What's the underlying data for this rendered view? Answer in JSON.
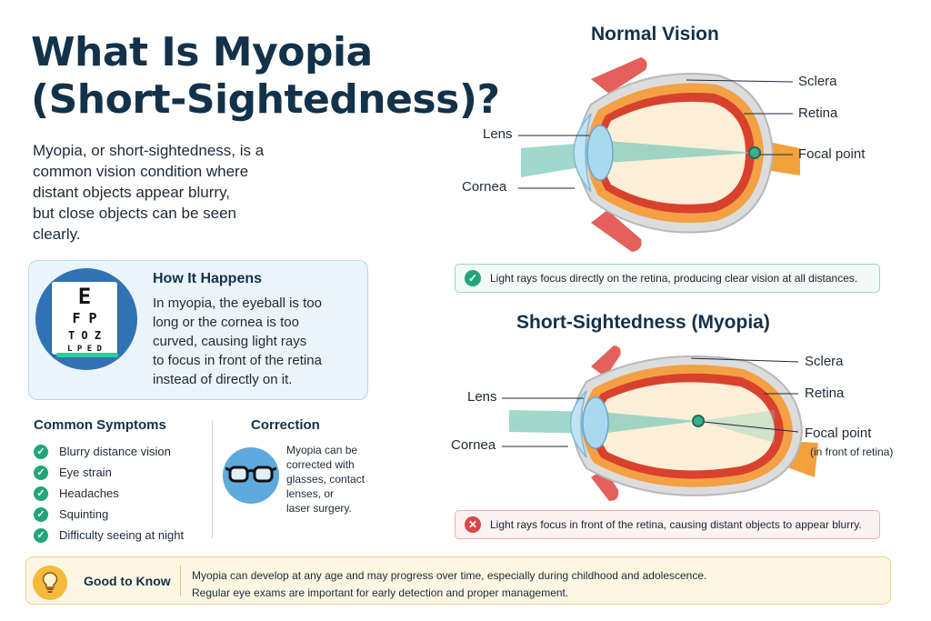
{
  "title": {
    "line1": "What Is Myopia",
    "line2": "(Short-Sightedness)?"
  },
  "intro": {
    "lines": [
      "Myopia, or short-sightedness, is a",
      "common vision condition where",
      "distant objects appear blurry,",
      "but close objects can be seen",
      "clearly."
    ]
  },
  "how_it_happens": {
    "title": "How It Happens",
    "lines": [
      "In myopia, the eyeball is too",
      "long or the cornea is too",
      "curved, causing light rays",
      "to focus in front of the retina",
      "instead of directly on it."
    ],
    "eye_chart_rows": [
      "E",
      "F P",
      "T O Z",
      "L P E D"
    ]
  },
  "symptoms": {
    "title": "Common Symptoms",
    "items": [
      "Blurry distance vision",
      "Eye strain",
      "Headaches",
      "Squinting",
      "Difficulty seeing at night"
    ]
  },
  "correction": {
    "title": "Correction",
    "lines": [
      "Myopia can be",
      "corrected with",
      "glasses, contact",
      "lenses, or",
      "laser surgery."
    ]
  },
  "normal_vision": {
    "title": "Normal Vision",
    "labels": {
      "sclera": "Sclera",
      "retina": "Retina",
      "lens": "Lens",
      "focal_point": "Focal point",
      "cornea": "Cornea"
    },
    "note": "Light rays focus directly on the retina, producing clear vision at all distances."
  },
  "myopia_vision": {
    "title": "Short-Sightedness (Myopia)",
    "labels": {
      "sclera": "Sclera",
      "retina": "Retina",
      "lens": "Lens",
      "focal_point": "Focal point",
      "focal_point_sub": "(in front of retina)",
      "cornea": "Cornea"
    },
    "note": "Light rays focus in front of the retina, causing distant objects to appear blurry."
  },
  "good_to_know": {
    "title": "Good to Know",
    "lines": [
      "Myopia can develop at any age and may progress over time, especially during childhood and adolescence.",
      "Regular eye exams are important for early detection and proper management."
    ]
  },
  "icons": {
    "check": "check-icon",
    "cross": "cross-icon",
    "eye_chart": "eye-chart-icon",
    "glasses": "glasses-icon",
    "bulb": "lightbulb-icon"
  },
  "colors": {
    "title": "#13324a",
    "accent_blue": "#2f73b4",
    "check_green": "#21a67a",
    "cross_red": "#d9464a",
    "bulb_yellow": "#f6b93b"
  }
}
